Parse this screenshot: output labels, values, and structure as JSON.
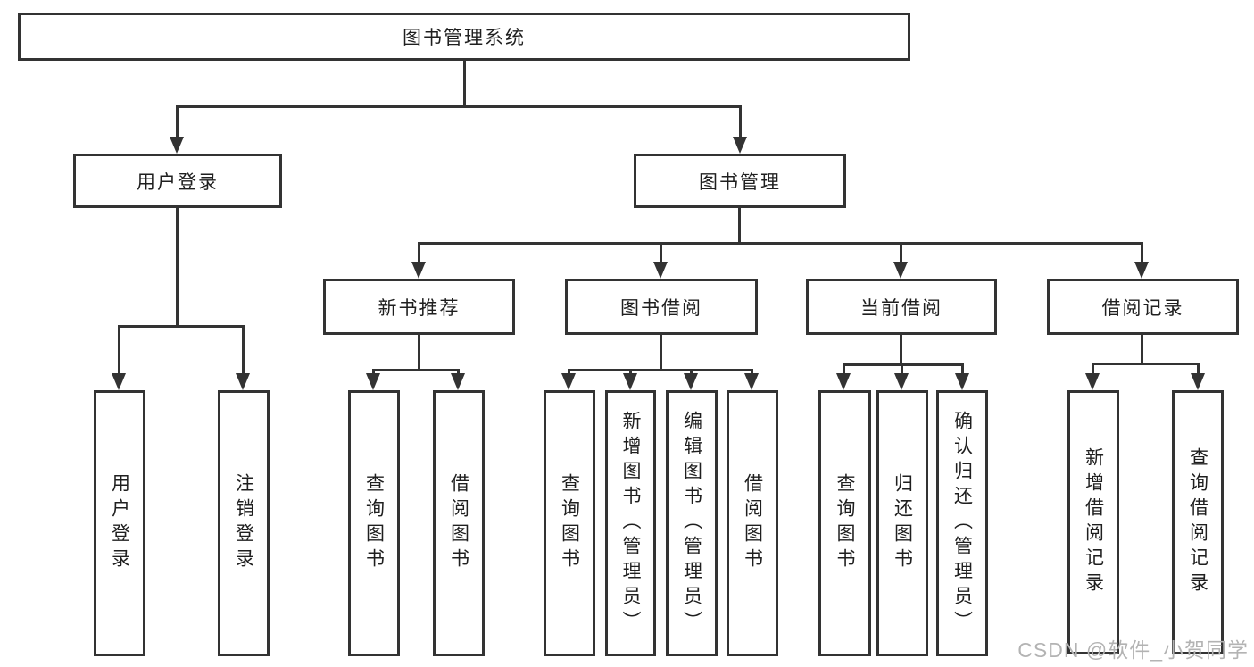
{
  "diagram": {
    "root": {
      "label": "图书管理系统"
    },
    "branches": [
      {
        "label": "用户登录",
        "children": [
          {
            "label": "用户登录"
          },
          {
            "label": "注销登录"
          }
        ]
      },
      {
        "label": "图书管理",
        "children": [
          {
            "label": "新书推荐",
            "children": [
              {
                "label": "查询图书"
              },
              {
                "label": "借阅图书"
              }
            ]
          },
          {
            "label": "图书借阅",
            "children": [
              {
                "label": "查询图书"
              },
              {
                "label": "新增图书（管理员）"
              },
              {
                "label": "编辑图书（管理员）"
              },
              {
                "label": "借阅图书"
              }
            ]
          },
          {
            "label": "当前借阅",
            "children": [
              {
                "label": "查询图书"
              },
              {
                "label": "归还图书"
              },
              {
                "label": "确认归还（管理员）"
              }
            ]
          },
          {
            "label": "借阅记录",
            "children": [
              {
                "label": "新增借阅记录"
              },
              {
                "label": "查询借阅记录"
              }
            ]
          }
        ]
      }
    ]
  },
  "watermark": {
    "text": "CSDN @软件_小贺同学",
    "color": "#b3b3b3"
  },
  "colors": {
    "line": "#333333",
    "text": "#1f1f1f",
    "background": "#ffffff"
  }
}
